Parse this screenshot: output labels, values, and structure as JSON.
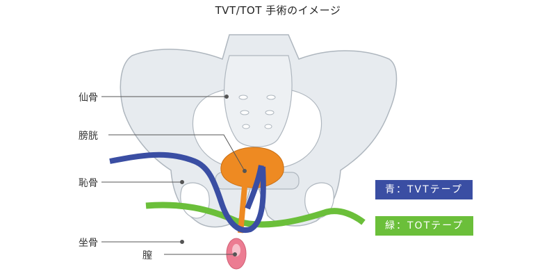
{
  "title": "TVT/TOT 手術のイメージ",
  "labels": {
    "sacrum": "仙骨",
    "bladder": "膀胱",
    "pubis": "恥骨",
    "ischium": "坐骨",
    "vagina": "膣"
  },
  "legend": {
    "tvt": "青：TVTテープ",
    "tot": "緑：TOTテープ"
  },
  "colors": {
    "bone_fill": "#e7ebef",
    "bone_stroke": "#aeb6be",
    "bladder": "#ee8a22",
    "tvt_tape": "#3a4ea3",
    "tot_tape": "#6bbf3a",
    "vagina": "#ec7c92",
    "leader_line": "#555555"
  }
}
